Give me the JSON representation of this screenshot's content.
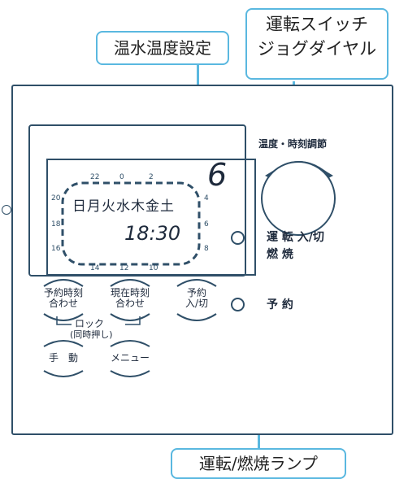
{
  "callouts": {
    "water_temp": "温水温度設定",
    "switch_line1": "運転スイッチ",
    "switch_line2": "ジョグダイヤル",
    "lamp": "運転/燃焼ランプ"
  },
  "display": {
    "digit": "6",
    "days": "日月火水木金土",
    "time": "18:30",
    "ticks_top": [
      "22",
      "0",
      "2"
    ],
    "ticks_bottom": [
      "14",
      "12",
      "10"
    ],
    "ticks_left": [
      "20",
      "18",
      "16"
    ],
    "ticks_right": [
      "4",
      "6",
      "8"
    ]
  },
  "dial": {
    "label": "温度・時刻調節"
  },
  "buttons": {
    "reserve_time_set_1": "予約時刻",
    "reserve_time_set_2": "合わせ",
    "current_time_set_1": "現在時刻",
    "current_time_set_2": "合わせ",
    "reserve_toggle_1": "予約",
    "reserve_toggle_2": "入/切",
    "lock": "ロック",
    "lock_note": "(同時押し)",
    "manual": "手　動",
    "menu": "メニュー"
  },
  "lamps": {
    "run_label_1": "運 転 入/切",
    "run_label_2": "燃 焼",
    "reserve_label": "予 約"
  },
  "colors": {
    "callout_border": "#5ab8e0",
    "panel_line": "#2f4f68"
  }
}
